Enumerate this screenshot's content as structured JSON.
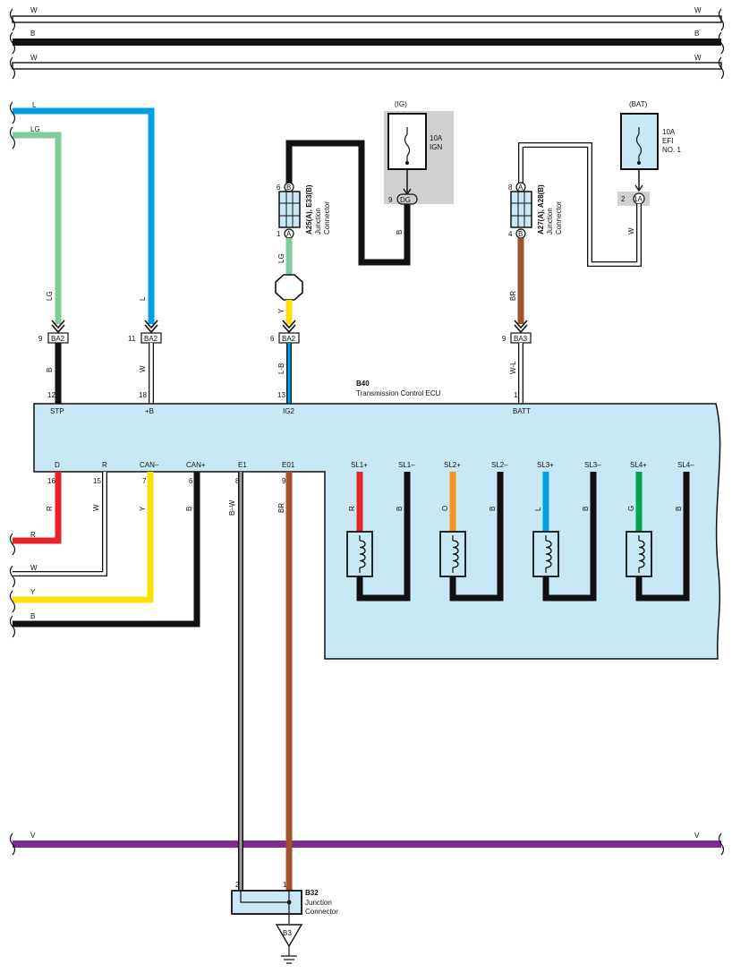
{
  "top_buses": [
    {
      "color_code": "W",
      "color": "#ffffff"
    },
    {
      "color_code": "B",
      "color": "#111111"
    },
    {
      "color_code": "W",
      "color": "#ffffff"
    }
  ],
  "bottom_bus": {
    "color_code": "V",
    "color": "#7b2c8e"
  },
  "left_inputs": [
    {
      "color_code": "L",
      "color": "#00a0e3"
    },
    {
      "color_code": "LG",
      "color": "#7fcc9a"
    }
  ],
  "wire_colors": {
    "B": "#111111",
    "W": "#ffffff",
    "L": "#00a0e3",
    "LG": "#7fcc9a",
    "Y": "#ffe000",
    "R": "#e8202a",
    "BR": "#a0522d",
    "O": "#f7941d",
    "G": "#00a651",
    "V": "#7b2c8e"
  },
  "fuses": {
    "ig": {
      "supply": "(IG)",
      "rating": "10A",
      "name_lines": [
        "IGN"
      ],
      "pin": "9",
      "connector": "DG"
    },
    "bat": {
      "supply": "(BAT)",
      "rating": "10A",
      "name_lines": [
        "EFI",
        "NO. 1"
      ],
      "pin": "2",
      "connector": "1A"
    }
  },
  "junction_left": {
    "code": "A25(A), E33(B)",
    "desc": [
      "Junction",
      "Connector"
    ],
    "top_pin": "6",
    "top_conn": "B",
    "bottom_pin": "1",
    "bottom_conn": "A",
    "wire_top": "B",
    "wire_bottom": "LG",
    "wire_lower": "Y"
  },
  "junction_right": {
    "code": "A27(A), A28(B)",
    "desc": [
      "Junction",
      "Connector"
    ],
    "top_pin": "8",
    "top_conn": "A",
    "bottom_pin": "4",
    "bottom_conn": "B",
    "wire_top": "W",
    "wire_bottom": "BR"
  },
  "ba_connectors": [
    {
      "pin": "9",
      "name": "BA2",
      "wire_in": "LG",
      "wire_out": "B"
    },
    {
      "pin": "11",
      "name": "BA2",
      "wire_in": "L",
      "wire_out": "W"
    },
    {
      "pin": "6",
      "name": "BA2",
      "wire_in": "Y",
      "wire_out": "L-B"
    },
    {
      "pin": "9",
      "name": "BA3",
      "wire_in": "BR",
      "wire_out": "W-L"
    }
  ],
  "ecu": {
    "code": "B40",
    "name": "Transmission Control ECU",
    "top_pins": [
      {
        "pin": "12",
        "name": "STP"
      },
      {
        "pin": "18",
        "name": "+B"
      },
      {
        "pin": "13",
        "name": "IG2"
      },
      {
        "pin": "1",
        "name": "BATT"
      }
    ],
    "bottom_pins": [
      {
        "pin": "16",
        "name": "D",
        "wire": "R"
      },
      {
        "pin": "15",
        "name": "R",
        "wire": "W"
      },
      {
        "pin": "7",
        "name": "CAN–",
        "wire": "Y"
      },
      {
        "pin": "6",
        "name": "CAN+",
        "wire": "B"
      },
      {
        "pin": "8",
        "name": "E1",
        "wire": "B–W"
      },
      {
        "pin": "9",
        "name": "E01",
        "wire": "BR"
      }
    ],
    "solenoids": [
      {
        "plus": "SL1+",
        "minus": "SL1–",
        "wire_plus": "R",
        "wire_minus": "B"
      },
      {
        "plus": "SL2+",
        "minus": "SL2–",
        "wire_plus": "O",
        "wire_minus": "B"
      },
      {
        "plus": "SL3+",
        "minus": "SL3–",
        "wire_plus": "L",
        "wire_minus": "B"
      },
      {
        "plus": "SL4+",
        "minus": "SL4–",
        "wire_plus": "G",
        "wire_minus": "B"
      }
    ]
  },
  "left_outputs": [
    {
      "color_code": "R"
    },
    {
      "color_code": "W"
    },
    {
      "color_code": "Y"
    },
    {
      "color_code": "B"
    }
  ],
  "junction_bottom": {
    "code": "B32",
    "desc": [
      "Junction",
      "Connector"
    ],
    "pin_left": "2",
    "pin_right": "1"
  },
  "ground": {
    "name": "B3"
  }
}
